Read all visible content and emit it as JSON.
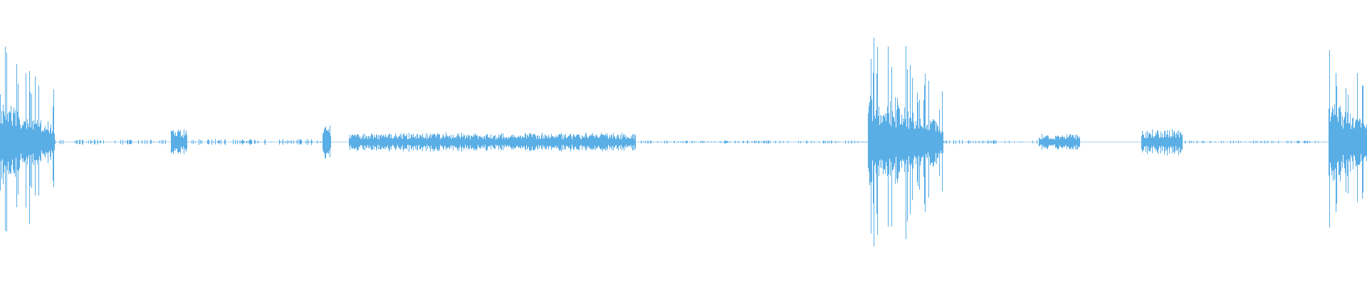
{
  "waveform": {
    "color": "#5aaee6",
    "background": "#ffffff",
    "duration_fraction_note": "",
    "regions": [
      {
        "name": "onset-cluster-start",
        "start": 0.0,
        "end": 0.04,
        "amplitude": 0.45,
        "density": "high"
      },
      {
        "name": "quiet-1",
        "start": 0.04,
        "end": 0.125,
        "amplitude": 0.01,
        "density": "low"
      },
      {
        "name": "blip-1",
        "start": 0.125,
        "end": 0.137,
        "amplitude": 0.05,
        "density": "mid"
      },
      {
        "name": "quiet-2",
        "start": 0.137,
        "end": 0.24,
        "amplitude": 0.012,
        "density": "low"
      },
      {
        "name": "blip-2",
        "start": 0.236,
        "end": 0.242,
        "amplitude": 0.07,
        "density": "mid"
      },
      {
        "name": "sustained-low-1",
        "start": 0.255,
        "end": 0.465,
        "amplitude": 0.035,
        "density": "mid"
      },
      {
        "name": "quiet-3",
        "start": 0.465,
        "end": 0.635,
        "amplitude": 0.006,
        "density": "low"
      },
      {
        "name": "onset-cluster-middle",
        "start": 0.635,
        "end": 0.69,
        "amplitude": 0.5,
        "density": "high"
      },
      {
        "name": "quiet-4",
        "start": 0.69,
        "end": 0.76,
        "amplitude": 0.008,
        "density": "low"
      },
      {
        "name": "blip-3",
        "start": 0.76,
        "end": 0.79,
        "amplitude": 0.03,
        "density": "mid"
      },
      {
        "name": "blip-4",
        "start": 0.835,
        "end": 0.865,
        "amplitude": 0.05,
        "density": "mid"
      },
      {
        "name": "quiet-5",
        "start": 0.865,
        "end": 0.97,
        "amplitude": 0.006,
        "density": "low"
      },
      {
        "name": "onset-cluster-end",
        "start": 0.972,
        "end": 1.0,
        "amplitude": 0.48,
        "density": "high"
      }
    ]
  }
}
